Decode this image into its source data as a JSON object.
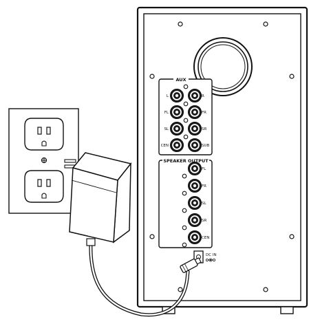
{
  "aux_panel": {
    "title": "AUX",
    "left_labels": [
      "L",
      "FL",
      "SL",
      "CEN"
    ],
    "right_labels": [
      "R",
      "FR",
      "SR",
      "SUB"
    ]
  },
  "speaker_output_panel": {
    "title": "SPEAKER OUTPUT",
    "labels": [
      "FL",
      "FR",
      "SL",
      "SR",
      "CEN"
    ]
  },
  "dc_in": {
    "label": "DC IN"
  },
  "colors": {
    "stroke": "#111111",
    "panel_fill": "#ffffff",
    "dark_fill": "#1a1a1a"
  }
}
